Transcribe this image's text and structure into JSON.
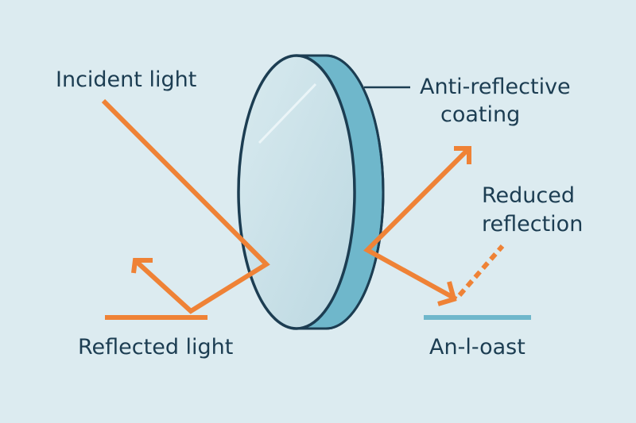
{
  "labels": {
    "incident": "Incident light",
    "reflected": "Reflected light",
    "coating_line1": "Anti-reflective",
    "coating_line2": "coating",
    "reduced_line1": "Reduced",
    "reduced_line2": "reflection",
    "bottom_right": "An-l-oast"
  },
  "colors": {
    "background": "#dcebf0",
    "ray": "#ef8236",
    "outline": "#1c3d52",
    "coating": "#6fb7cb",
    "lens": "#cde3ea"
  }
}
